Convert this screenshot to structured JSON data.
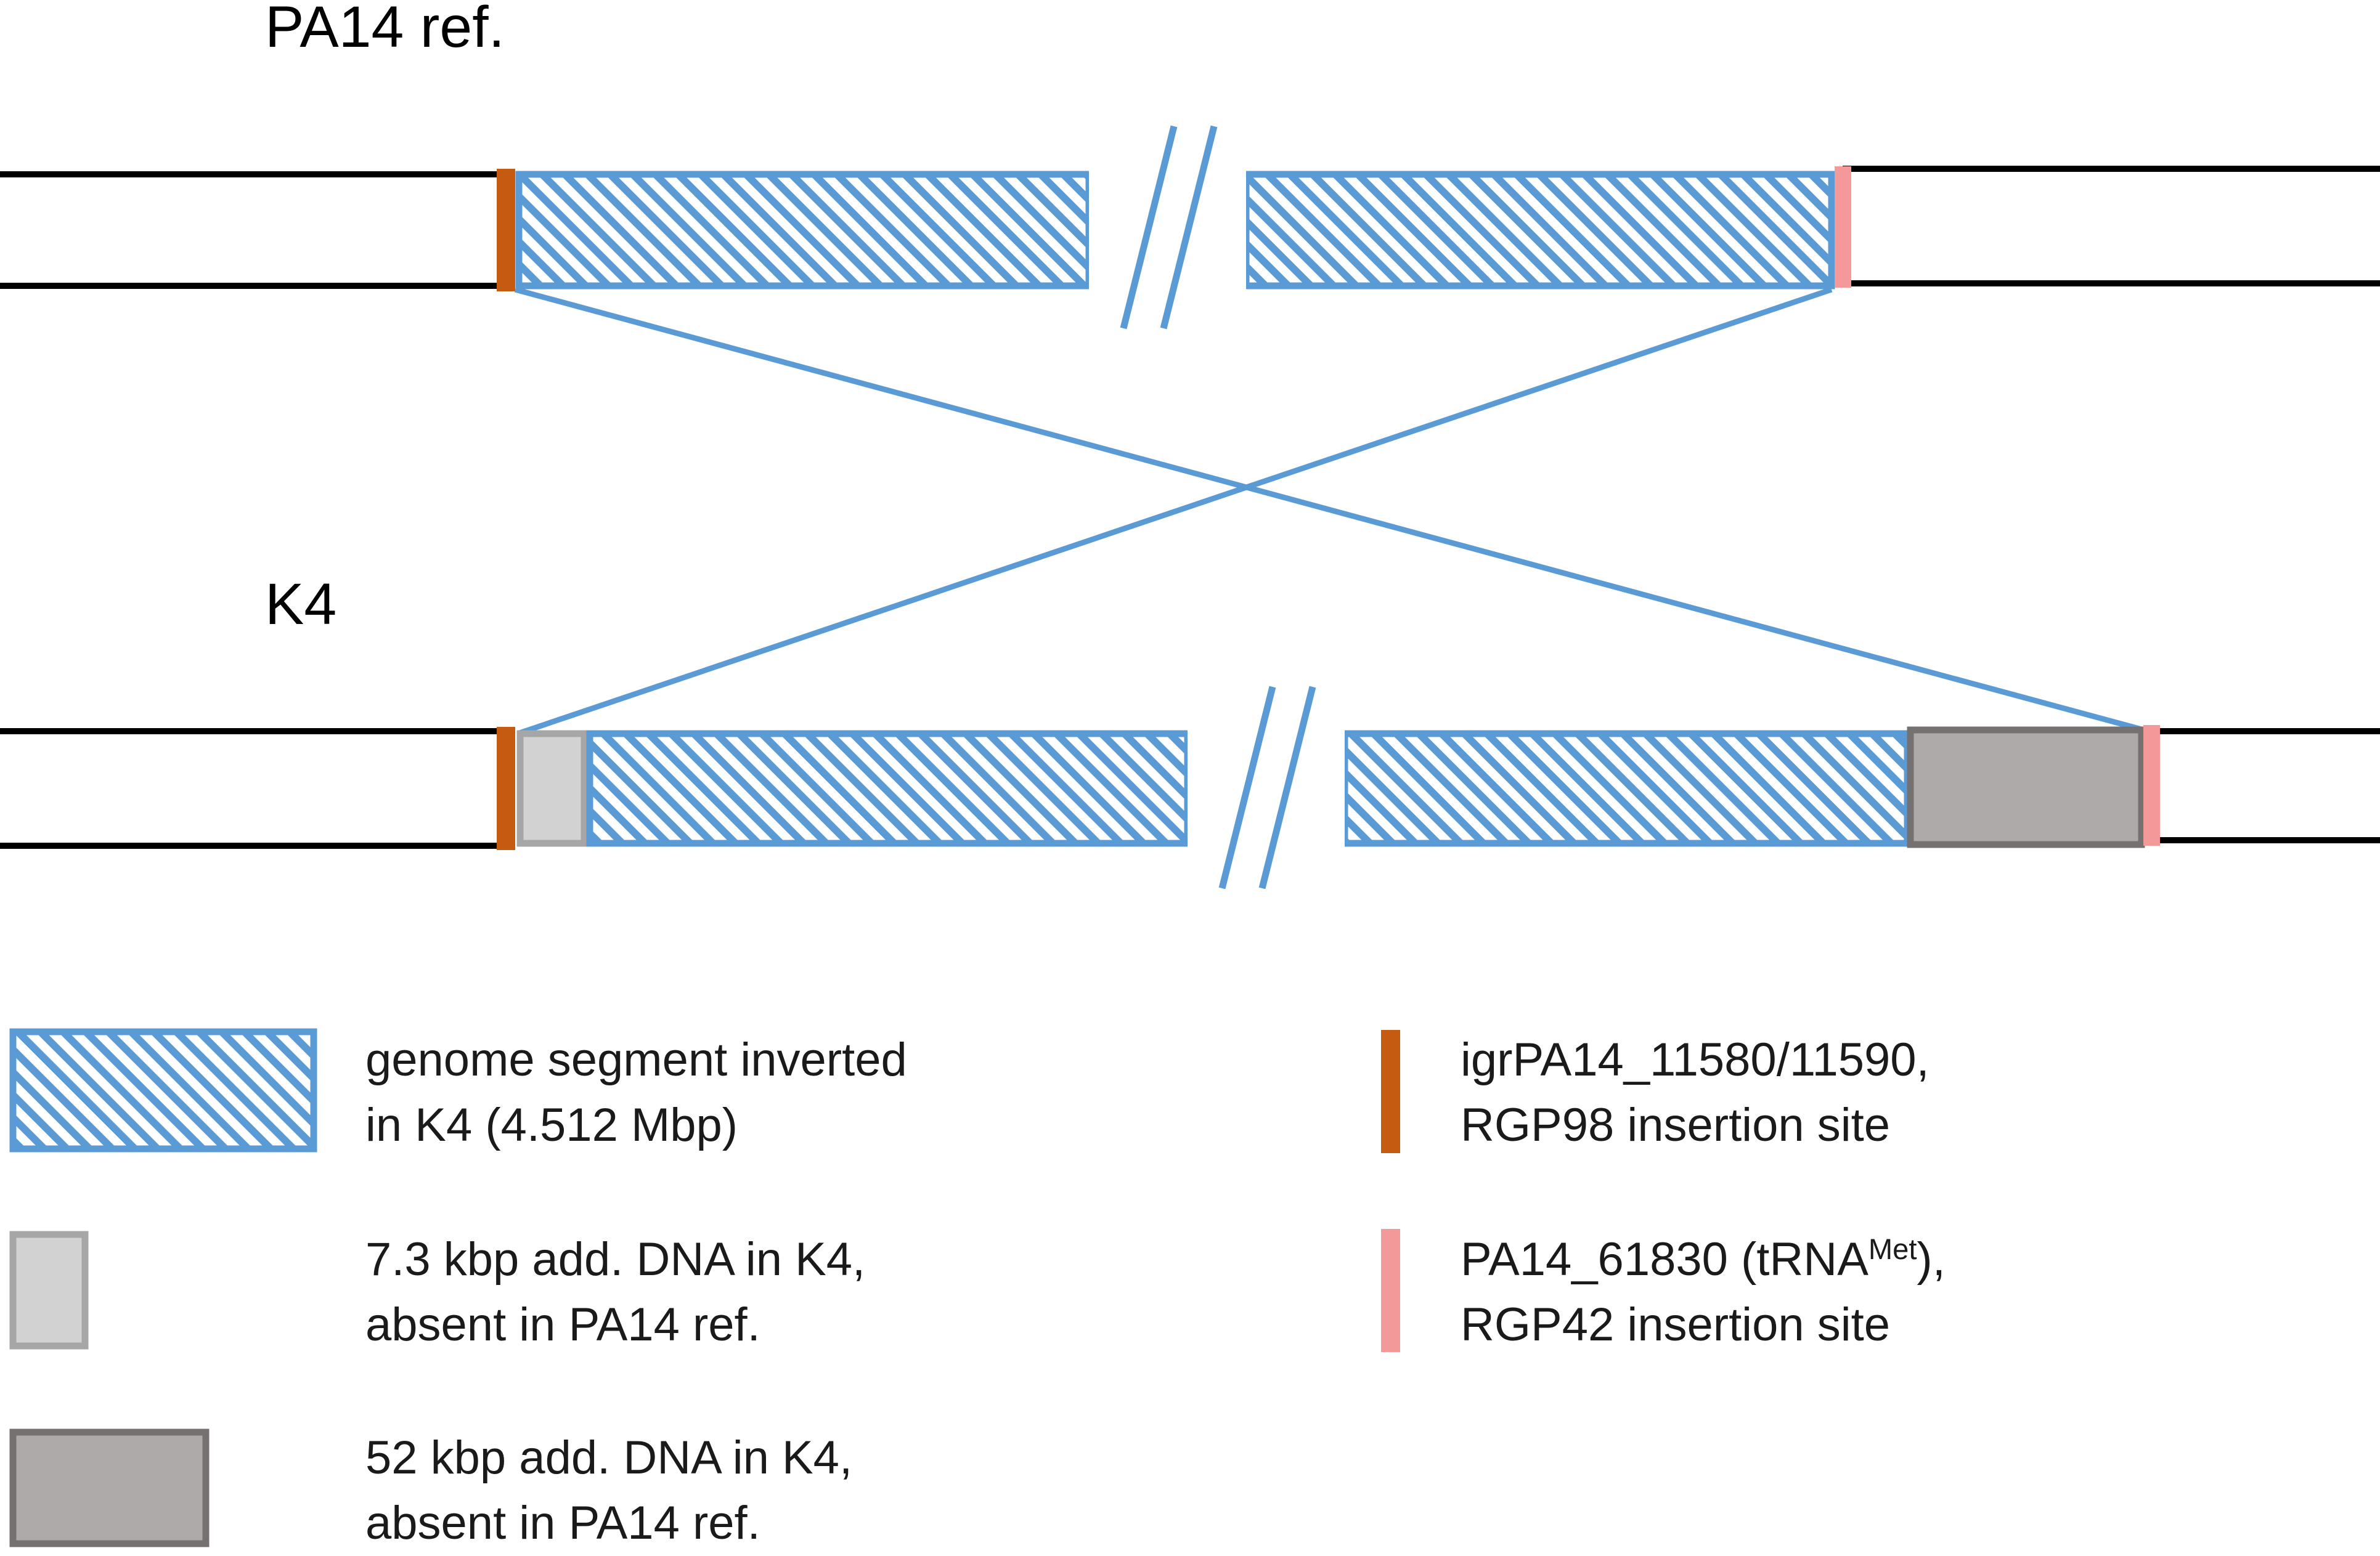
{
  "titles": {
    "reference": "PA14 ref.",
    "strain": "K4"
  },
  "colors": {
    "inverted_segment": "#5b9bd5",
    "add_dna_small": "#d3d2d2",
    "add_dna_small_border": "#a6a6a6",
    "add_dna_large": "#aeaaaa",
    "add_dna_large_border": "#767171",
    "rgp98_site": "#c55a11",
    "rgp42_site": "#f4999a"
  },
  "legend": {
    "inverted": {
      "line1": "genome segment inverted",
      "line2": "in K4 (4.512 Mbp)"
    },
    "small_add": {
      "line1": "7.3 kbp add. DNA in K4,",
      "line2": "absent in PA14 ref."
    },
    "large_add": {
      "line1": "52 kbp add. DNA in K4,",
      "line2": "absent in PA14 ref."
    },
    "rgp98": {
      "line1": "igrPA14_11580/11590,",
      "line2": "RGP98 insertion site"
    },
    "rgp42": {
      "line1_prefix": "PA14_61830 (tRNA",
      "line1_sup": "Met",
      "line1_suffix": "),",
      "line2": "RGP42 insertion site"
    }
  }
}
